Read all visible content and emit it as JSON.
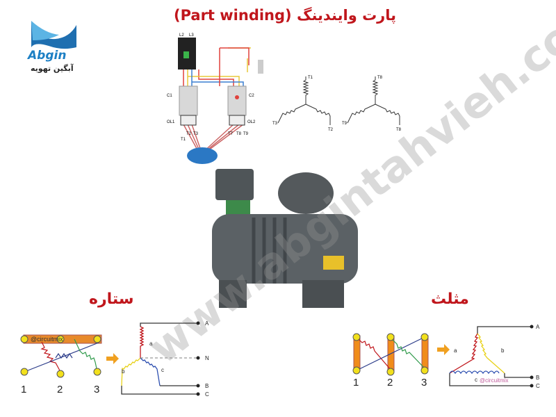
{
  "title": "پارت وایندینگ (Part winding)",
  "logo": {
    "brand": "Abgin",
    "subtitle": "آبگین تهویه"
  },
  "watermark": "www.abgintahvieh.com",
  "circuit": {
    "supply_labels": [
      "L2",
      "L3"
    ],
    "contactors": [
      "C1",
      "C2"
    ],
    "overloads": [
      "OL1",
      "OL2"
    ],
    "terminals": [
      "T1",
      "T2",
      "T3",
      "T7",
      "T8",
      "T9"
    ]
  },
  "windings": [
    {
      "top": "T1",
      "left": "T3",
      "right": "T2"
    },
    {
      "top": "T8",
      "left": "T9",
      "right": "T8"
    }
  ],
  "star": {
    "label": "ستاره",
    "terminals": [
      "1",
      "2",
      "3"
    ],
    "bar_text": "@circuitmix",
    "coils": [
      "a",
      "b",
      "c"
    ],
    "lines": [
      "A",
      "N",
      "B",
      "C"
    ]
  },
  "delta": {
    "label": "مثلث",
    "terminals": [
      "1",
      "2",
      "3"
    ],
    "coils": [
      "a",
      "b",
      "c"
    ],
    "lines": [
      "A",
      "B",
      "C"
    ],
    "credit": "@circuitmix"
  },
  "colors": {
    "title": "#c0161c",
    "coil_a": "#c0161c",
    "coil_b": "#e8d21a",
    "coil_c": "#2d4fb0",
    "bar": "#f08c1a",
    "compressor": "#5b6165"
  }
}
